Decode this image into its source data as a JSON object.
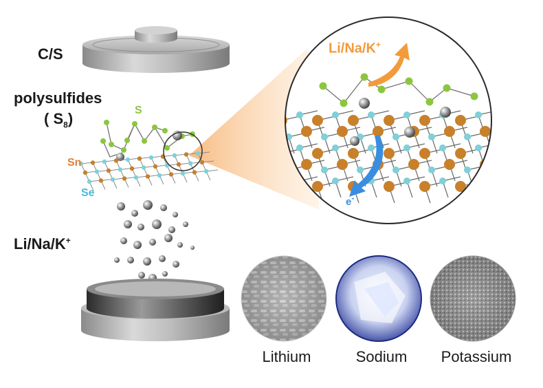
{
  "labels": {
    "cathode": "C/S",
    "polysulfides_line1": "polysulfides",
    "polysulfides_line2_pre": "( S",
    "polysulfides_line2_sub": "8",
    "polysulfides_line2_post": ")",
    "ions_base": "Li/Na/K",
    "ions_sup": "+",
    "atom_S": "S",
    "atom_Sn": "Sn",
    "atom_Se": "Se",
    "zoom_ion_base": "Li/Na/K",
    "zoom_ion_sup": "+",
    "electron_base": "e",
    "electron_sup": "-"
  },
  "metals": [
    {
      "name": "Lithium"
    },
    {
      "name": "Sodium"
    },
    {
      "name": "Potassium"
    }
  ],
  "colors": {
    "sulfur": "#8cc63f",
    "tin": "#c8802a",
    "selenium": "#7fd0d8",
    "ion_arrow": "#f39a3a",
    "electron_arrow": "#3a8ee0",
    "zoom_beam": "#f7b77a"
  }
}
